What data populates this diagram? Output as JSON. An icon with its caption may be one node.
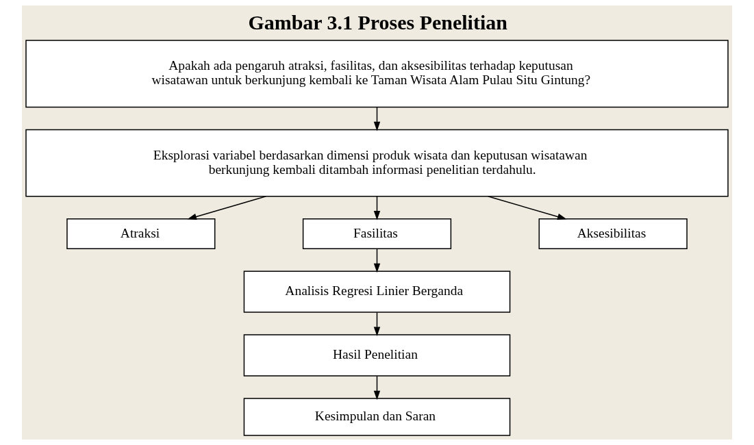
{
  "diagram": {
    "title": "Gambar 3.1 Proses Penelitian",
    "nodes": [
      {
        "text": [
          "Apakah ada pengaruh atraksi, fasilitas, dan aksesibilitas terhadap keputusan wisatawan untuk berkunjung kembali ke Taman Wisata Alam Pulau Situ Gintung?"
        ]
      },
      {
        "text": [
          "Eksplorasi variabel berdasarkan dimensi produk wisata dan keputusan wisatawan berkunjung kembali ditambah informasi penelitian terdahulu."
        ]
      },
      {
        "text": [
          "Atraksi"
        ]
      },
      {
        "text": [
          "Fasilitas"
        ]
      },
      {
        "text": [
          "Aksesibilitas"
        ]
      },
      {
        "text": [
          "Analisis Regresi Linier Berganda"
        ]
      },
      {
        "text": [
          "Hasil Penelitian"
        ]
      },
      {
        "text": [
          "Kesimpulan dan Saran"
        ]
      }
    ],
    "edges": [
      {
        "from": 0,
        "to": 1,
        "arrow": "to"
      },
      {
        "from": 1,
        "to": 2,
        "arrow": "to"
      },
      {
        "from": 1,
        "to": 3,
        "arrow": "to"
      },
      {
        "from": 1,
        "to": 4,
        "arrow": "to"
      },
      {
        "from": 3,
        "to": 5,
        "arrow": "to"
      },
      {
        "from": 5,
        "to": 6,
        "arrow": "to"
      },
      {
        "from": 6,
        "to": 7,
        "arrow": "to"
      }
    ]
  }
}
